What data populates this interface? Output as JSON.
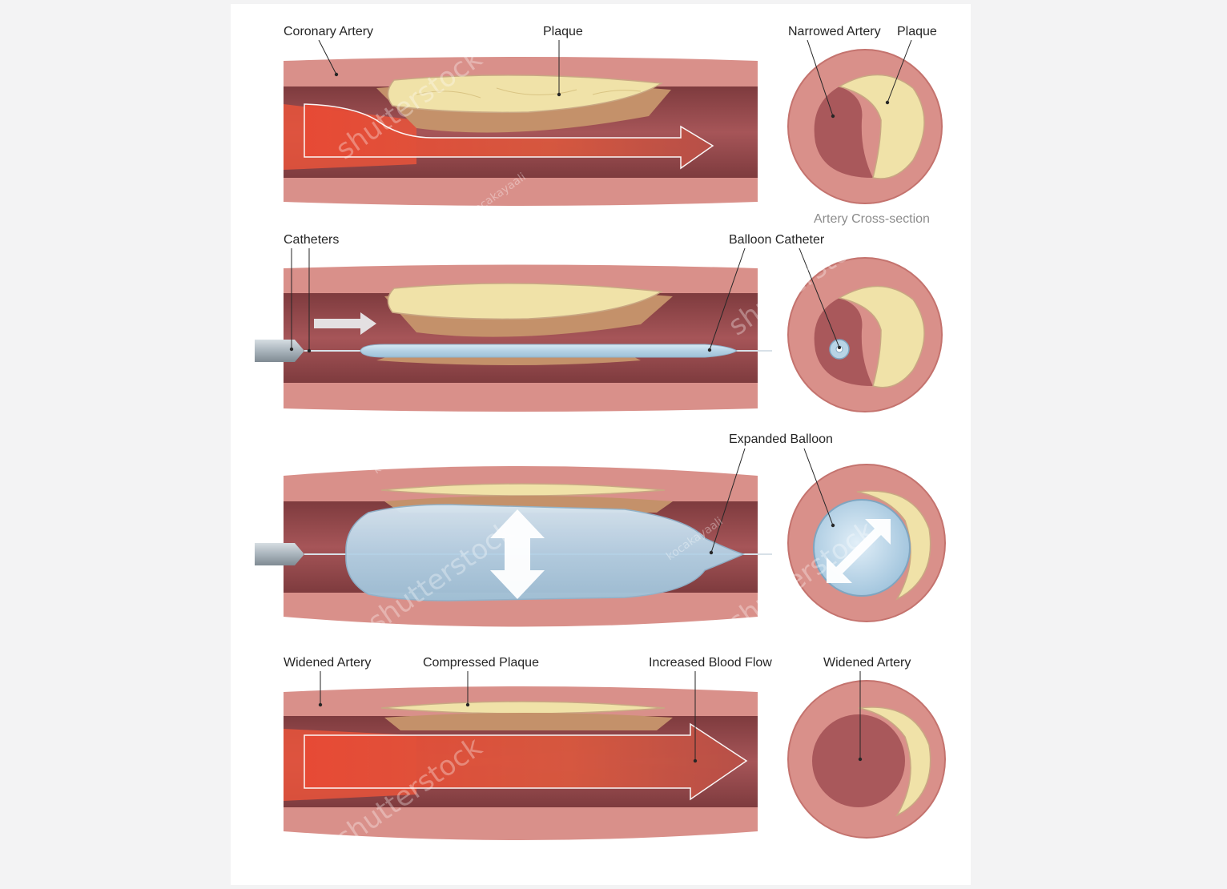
{
  "panels": [
    {
      "id": "narrowed",
      "labels": {
        "coronary_artery": "Coronary Artery",
        "plaque": "Plaque",
        "narrowed_artery": "Narrowed Artery",
        "plaque_cross": "Plaque",
        "cross_section": "Artery Cross-section"
      }
    },
    {
      "id": "catheter",
      "labels": {
        "catheters": "Catheters",
        "balloon_catheter": "Balloon Catheter"
      }
    },
    {
      "id": "expanded",
      "labels": {
        "expanded_balloon": "Expanded Balloon"
      }
    },
    {
      "id": "widened",
      "labels": {
        "widened_artery": "Widened Artery",
        "compressed_plaque": "Compressed Plaque",
        "increased_blood_flow": "Increased Blood Flow",
        "widened_artery_cross": "Widened Artery"
      }
    }
  ],
  "watermarks": {
    "brand": "shutterstock",
    "author": "kocakayaali"
  },
  "colors": {
    "artery_wall": "#d9908a",
    "lumen": "#9a4a4c",
    "plaque": "#f0e2a8",
    "blood": "#e0533a",
    "balloon": "#b8d4e6",
    "background": "#f3f3f4"
  }
}
